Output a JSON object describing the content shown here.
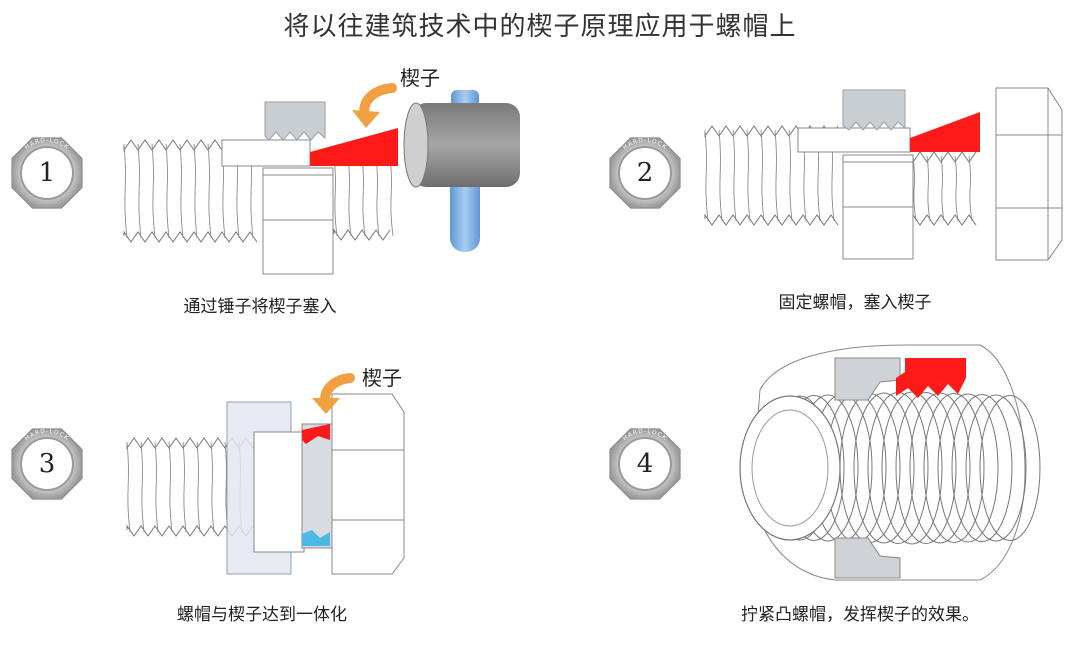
{
  "title": "将以往建筑技术中的楔子原理应用于螺帽上",
  "steps": [
    {
      "number": "1",
      "caption": "通过锤子将楔子塞入",
      "wedge_label": "楔子"
    },
    {
      "number": "2",
      "caption": "固定螺帽，塞入楔子"
    },
    {
      "number": "3",
      "caption": "螺帽与楔子达到一体化",
      "wedge_label": "楔子"
    },
    {
      "number": "4",
      "caption": "拧紧凸螺帽，发挥楔子的效果。"
    }
  ],
  "badge_ring_text": "HARD-LOCK",
  "colors": {
    "wedge": "#ff1a1a",
    "arrow": "#f0a040",
    "hammer_pin": "#7aaee0",
    "hammer_body": "#8e8e8e",
    "nut_gray": "#c9ced3",
    "washer_blue": "#e3e7f2",
    "cyan": "#4cb8e6",
    "badge": "#c4c4c4"
  }
}
